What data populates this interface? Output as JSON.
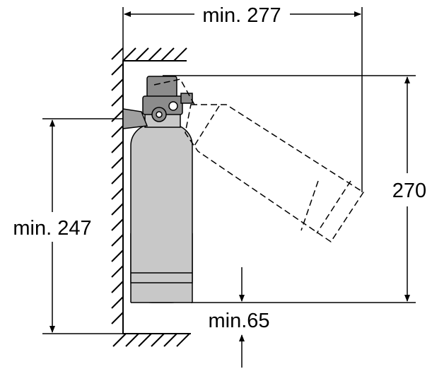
{
  "dimensions": {
    "width_label": "min. 277",
    "height_label": "270",
    "side_label": "min. 247",
    "bottom_label": "min.65"
  },
  "colors": {
    "line": "#000000",
    "filter_body": "#c8c8c8",
    "filter_head": "#8c8c8c",
    "background": "#ffffff"
  }
}
